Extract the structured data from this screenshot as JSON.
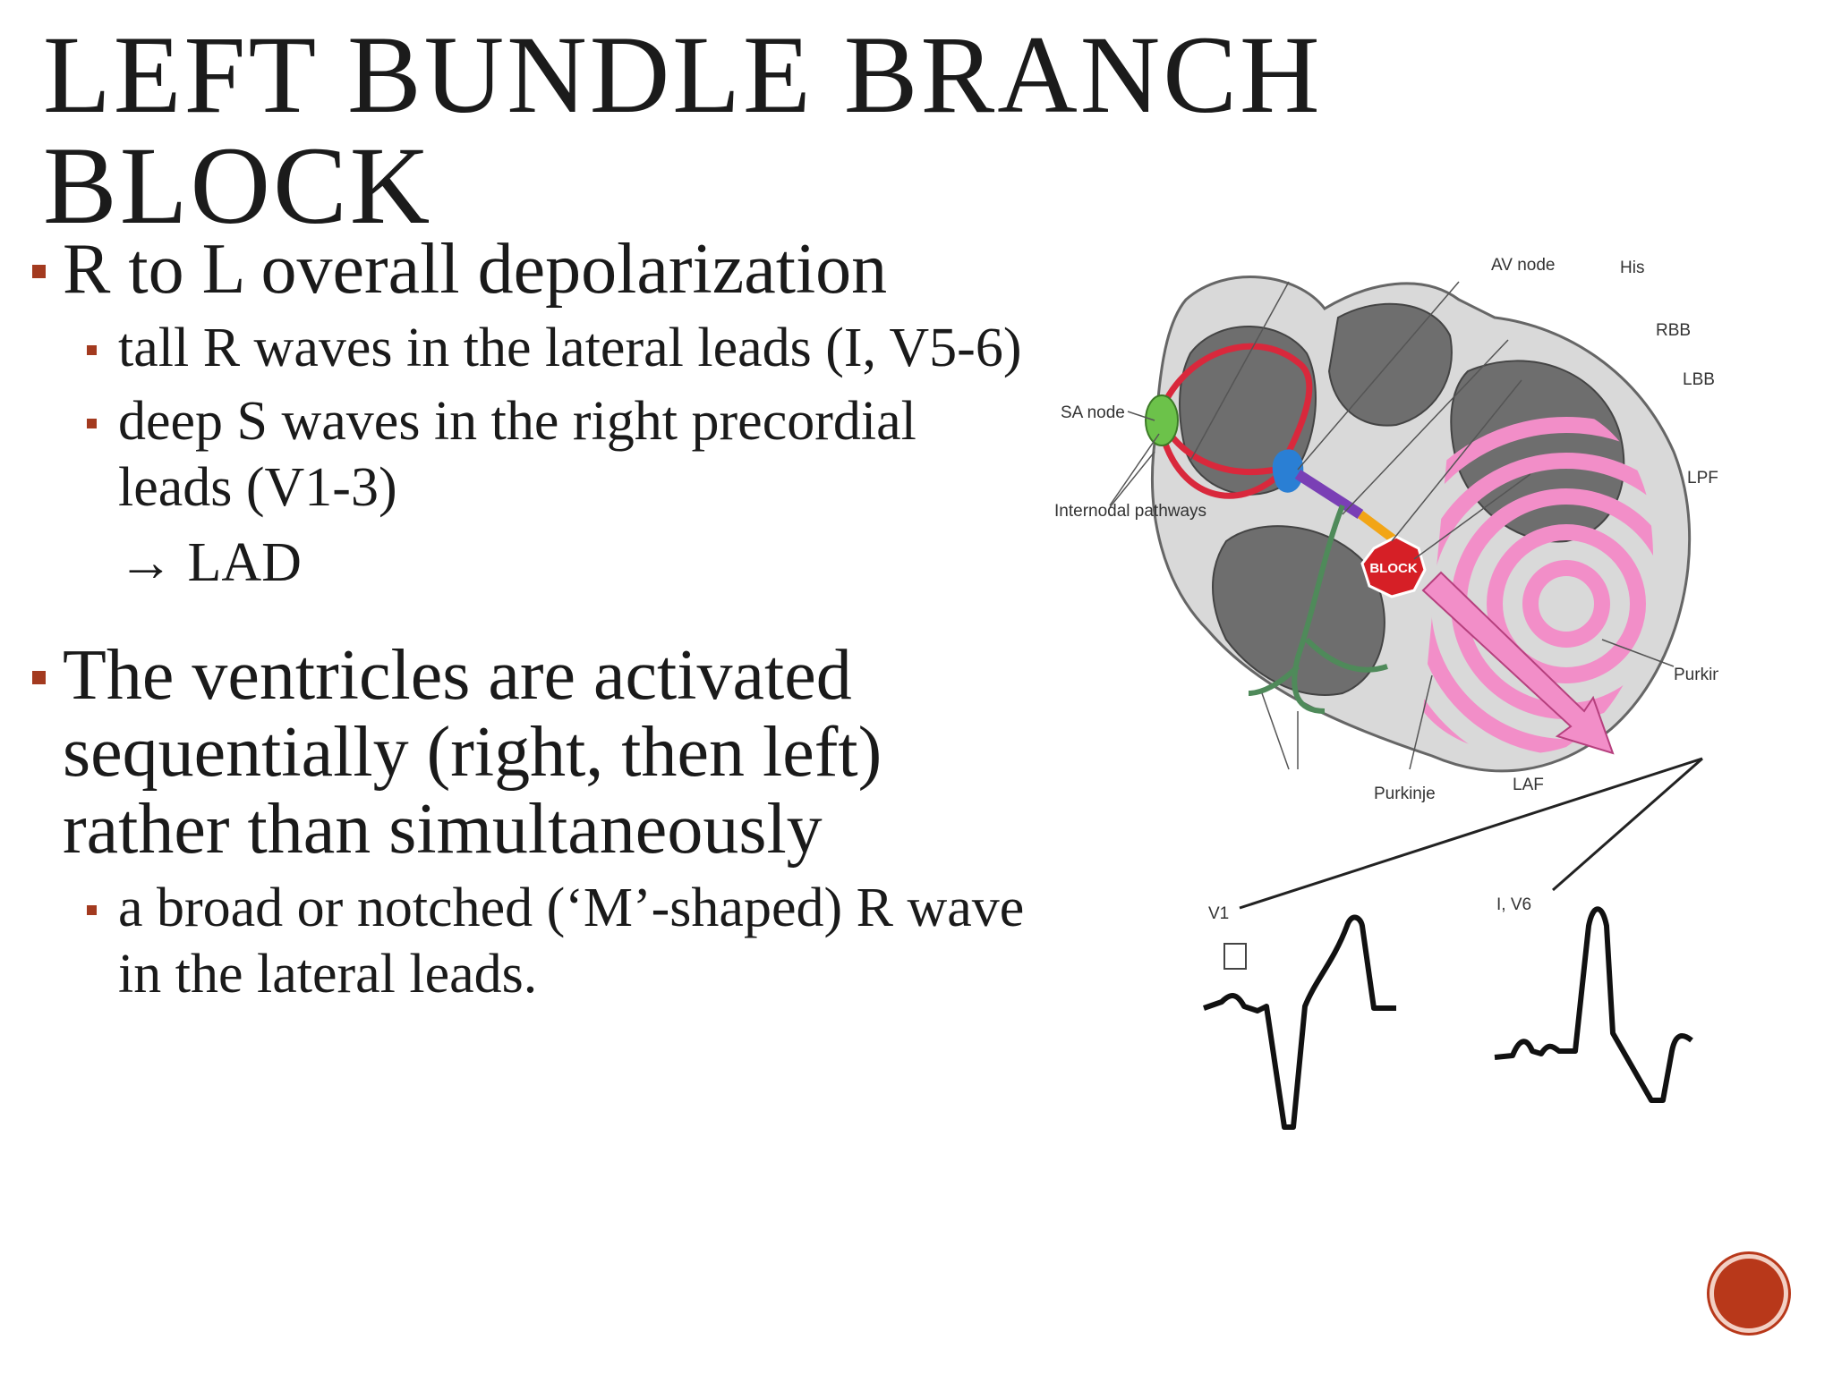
{
  "title": "LEFT BUNDLE BRANCH BLOCK",
  "bullets": [
    {
      "text": "R to L overall depolarization",
      "sub": [
        " tall R waves in the lateral leads (I, V5-6)",
        "deep S waves in the right precordial leads (V1-3)"
      ],
      "arrow_text": "→ LAD"
    },
    {
      "text": "The ventricles are activated sequentially (right, then left) rather than simultaneously",
      "sub": [
        "a broad or notched (‘M’-shaped) R wave in the lateral leads."
      ]
    }
  ],
  "figure": {
    "labels": {
      "av_node": "AV node",
      "his": "His",
      "rbb": "RBB",
      "lbb": "LBB",
      "lpf": "LPF",
      "sa_node": "SA node",
      "internodal": "Internodal pathways",
      "block": "BLOCK",
      "purkinje_right": "Purkinje",
      "purkinje_bottom": "Purkinje",
      "laf": "LAF",
      "v1": "V1",
      "i_v6": "I, V6"
    },
    "colors": {
      "heart_wall": "#d9d9d9",
      "chamber": "#6e6e6e",
      "internodal": "#d9283c",
      "sa_node": "#6cc24a",
      "av_node": "#2a7fd4",
      "his": "#7a3fb5",
      "lbb": "#f2a516",
      "rbb_purkinje": "#4f8a5a",
      "lv_wave": "#f28ec8",
      "block_sign": "#d61f26",
      "accent": "#a33a1f"
    }
  },
  "nav": {
    "icon": "next-slide-circle-icon"
  }
}
